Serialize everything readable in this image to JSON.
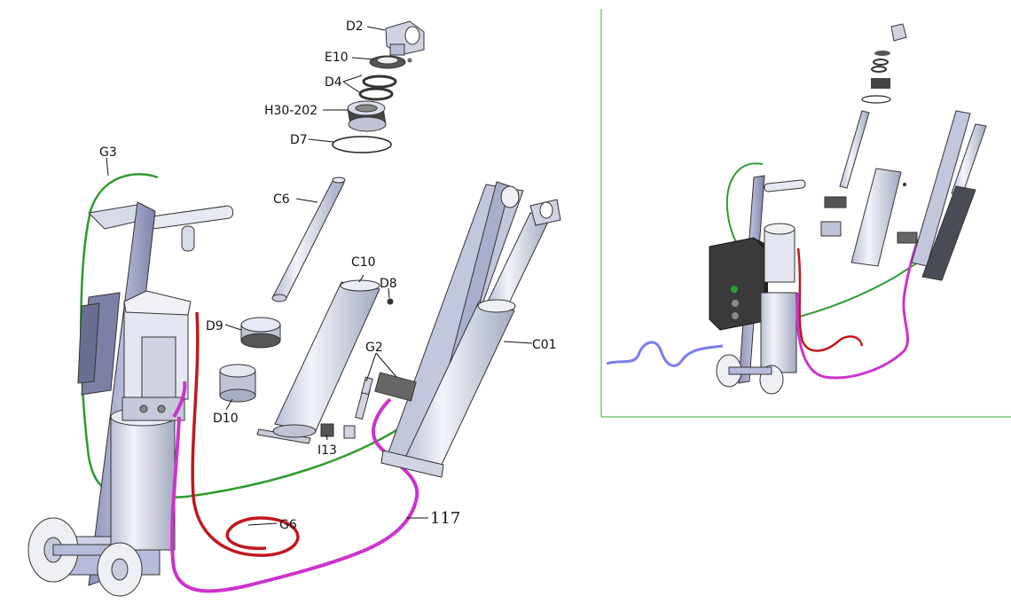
{
  "colors": {
    "frame": "#9fa4c8",
    "frame_dark": "#6e7399",
    "metal": "#dfe3ef",
    "metal_dark": "#aab0c4",
    "hose_magenta": "#cc33cc",
    "hose_red": "#c0181c",
    "hose_green": "#2e9b2e",
    "hose_blue": "#7a7cf0",
    "inset_border": "#33aa33",
    "control_box": "#3a3a3a",
    "indicator_green": "#2ca02c"
  },
  "labels": {
    "d2": "D2",
    "e10": "E10",
    "d4": "D4",
    "h30_202": "H30-202",
    "d7": "D7",
    "g3": "G3",
    "c6": "C6",
    "c10": "C10",
    "d8": "D8",
    "d9": "D9",
    "g2": "G2",
    "c01": "C01",
    "d10": "D10",
    "i13": "I13",
    "g6": "G6",
    "p117": "117"
  }
}
